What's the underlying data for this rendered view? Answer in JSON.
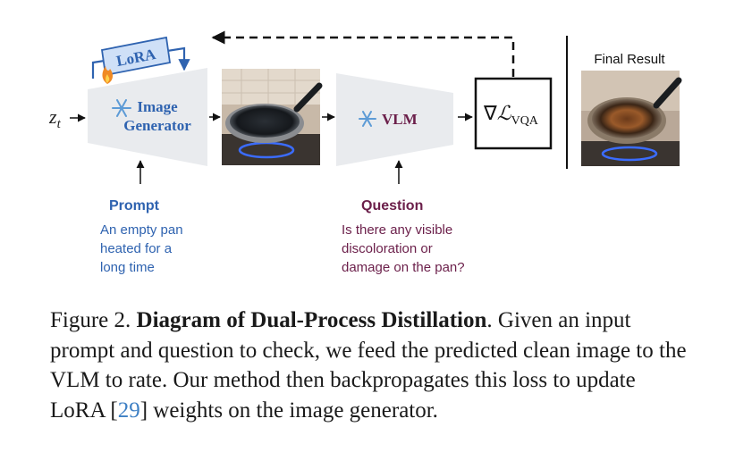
{
  "diagram": {
    "input_label": "z",
    "input_subscript": "t",
    "lora_label": "LoRA",
    "generator_label_line1": "Image",
    "generator_label_line2": "Generator",
    "vlm_label": "VLM",
    "loss_label_prefix": "∇",
    "loss_label_main": "ℒ",
    "loss_label_sub": "VQA",
    "final_result_label": "Final Result",
    "prompt_heading": "Prompt",
    "prompt_text": [
      "An empty pan",
      "heated for a",
      "long time"
    ],
    "question_heading": "Question",
    "question_text": [
      "Is there any visible",
      "discoloration or",
      "damage on the pan?"
    ],
    "colors": {
      "generator_text": "#2f63b0",
      "vlm_text": "#6b1f4a",
      "trapezoid_fill": "#e9ebee",
      "lora_fill": "#cfe0f7",
      "lora_stroke": "#2f63b0"
    },
    "icons": [
      "snowflake-icon",
      "fire-icon"
    ]
  },
  "caption": {
    "figure_label": "Figure 2.",
    "title": "Diagram of Dual-Process Distillation",
    "text_before_cite": ". Given an input prompt and question to check, we feed the predicted clean image to the VLM to rate. Our method then backpropagates this loss to update LoRA [",
    "citation": "29",
    "text_after_cite": "] weights on the image generator."
  }
}
